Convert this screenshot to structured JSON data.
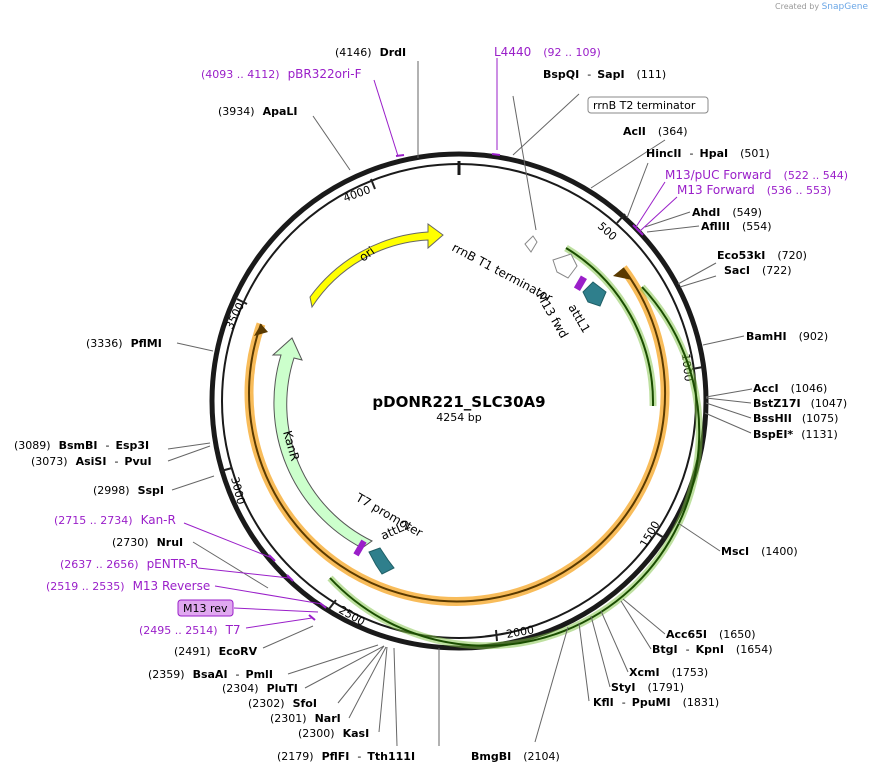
{
  "credit": {
    "prefix": "Created by",
    "brand": "SnapGene"
  },
  "plasmid": {
    "name": "pDONR221_SLC30A9",
    "length_label": "4254 bp",
    "length": 4254
  },
  "colors": {
    "backbone": "#1a1a1a",
    "enzyme_text": "#000000",
    "primer": "#9a1fc9",
    "ori": "#ffff00",
    "kanr": "#ccffcc",
    "gene": "#f5a623",
    "gene_inner": "#7ec242",
    "att": "#2f7f8c",
    "terminator": "#cccccc",
    "primer_box": "#e0a8f0"
  },
  "ticks": [
    "500",
    "1000",
    "1500",
    "2000",
    "2500",
    "3000",
    "3500",
    "4000"
  ],
  "enzymes_right": [
    {
      "name": "BspQI",
      "name2": "SapI",
      "pos": "(111)"
    },
    {
      "name": "AclI",
      "pos": "(364)"
    },
    {
      "name": "HincII",
      "name2": "HpaI",
      "pos": "(501)"
    },
    {
      "name": "AhdI",
      "pos": "(549)"
    },
    {
      "name": "AflIII",
      "pos": "(554)"
    },
    {
      "name": "Eco53kI",
      "pos": "(720)"
    },
    {
      "name": "SacI",
      "pos": "(722)"
    },
    {
      "name": "BamHI",
      "pos": "(902)"
    },
    {
      "name": "AccI",
      "pos": "(1046)"
    },
    {
      "name": "BstZ17I",
      "pos": "(1047)"
    },
    {
      "name": "BssHII",
      "pos": "(1075)"
    },
    {
      "name": "BspEI",
      "star": "*",
      "pos": "(1131)"
    },
    {
      "name": "MscI",
      "pos": "(1400)"
    },
    {
      "name": "Acc65I",
      "pos": "(1650)"
    },
    {
      "name": "BtgI",
      "name2": "KpnI",
      "pos": "(1654)"
    },
    {
      "name": "XcmI",
      "pos": "(1753)"
    },
    {
      "name": "StyI",
      "pos": "(1791)"
    },
    {
      "name": "KflI",
      "name2": "PpuMI",
      "pos": "(1831)"
    },
    {
      "name": "BmgBI",
      "pos": "(2104)"
    }
  ],
  "enzymes_left": [
    {
      "name": "DrdI",
      "pos": "(4146)"
    },
    {
      "name": "ApaLI",
      "pos": "(3934)"
    },
    {
      "name": "PflMI",
      "pos": "(3336)"
    },
    {
      "name": "BsmBI",
      "name2": "Esp3I",
      "pos": "(3089)"
    },
    {
      "name": "AsiSI",
      "name2": "PvuI",
      "pos": "(3073)"
    },
    {
      "name": "SspI",
      "pos": "(2998)"
    },
    {
      "name": "NruI",
      "pos": "(2730)"
    },
    {
      "name": "EcoRV",
      "pos": "(2491)"
    },
    {
      "name": "BsaAI",
      "name2": "PmlI",
      "pos": "(2359)"
    },
    {
      "name": "PluTI",
      "pos": "(2304)"
    },
    {
      "name": "SfoI",
      "pos": "(2302)"
    },
    {
      "name": "NarI",
      "pos": "(2301)"
    },
    {
      "name": "KasI",
      "pos": "(2300)"
    },
    {
      "name": "PflFI",
      "name2": "Tth111I",
      "pos": "(2179)"
    }
  ],
  "primers": [
    {
      "name": "L4440",
      "range": "(92 .. 109)"
    },
    {
      "name": "pBR322ori-F",
      "range": "(4093 .. 4112)"
    },
    {
      "name": "M13/pUC Forward",
      "range": "(522 .. 544)"
    },
    {
      "name": "M13 Forward",
      "range": "(536 .. 553)"
    },
    {
      "name": "Kan-R",
      "range": "(2715 .. 2734)"
    },
    {
      "name": "pENTR-R",
      "range": "(2637 .. 2656)"
    },
    {
      "name": "M13 Reverse",
      "range": "(2519 .. 2535)"
    },
    {
      "name": "T7",
      "range": "(2495 .. 2514)"
    }
  ],
  "boxed_labels": {
    "rrnb_t2": "rrnB T2 terminator",
    "m13_rev": "M13 rev"
  },
  "features": {
    "ori": "ori",
    "kanr": "KanR",
    "rrnb_t1": "rrnB T1 terminator",
    "m13_fwd": "M13 fwd",
    "attl1": "attL1",
    "t7_promoter": "T7 promoter",
    "attl2": "attL2"
  }
}
